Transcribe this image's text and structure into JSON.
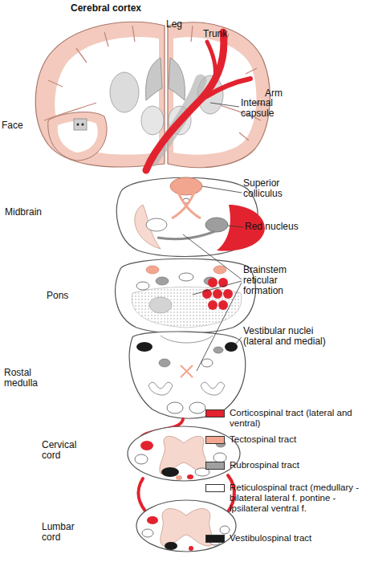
{
  "diagram": {
    "title": "Cerebral cortex",
    "labels": [
      "Leg",
      "Trunk",
      "Arm",
      "Face",
      "Internal capsule",
      "Superior colliculus",
      "Midbrain",
      "Red nucleus",
      "Brainstem reticular formation",
      "Pons",
      "Vestibular nuclei (lateral and medial)",
      "Rostal medulla",
      "Cervical cord",
      "Lumbar cord"
    ],
    "legend": [
      {
        "text": "Corticospinal tract (lateral and ventral)",
        "color": "#e2232f"
      },
      {
        "text": "Tectospinal tract",
        "color": "#f2a68f"
      },
      {
        "text": "Rubrospinal tract",
        "color": "#a0a0a0"
      },
      {
        "text": "Reticulospinal tract (medullary - bilateral lateral f. pontine - ipsilateral ventral f.",
        "color": "#ffffff"
      },
      {
        "text": "Vestibulospinal tract",
        "color": "#1a1a1a"
      }
    ]
  }
}
